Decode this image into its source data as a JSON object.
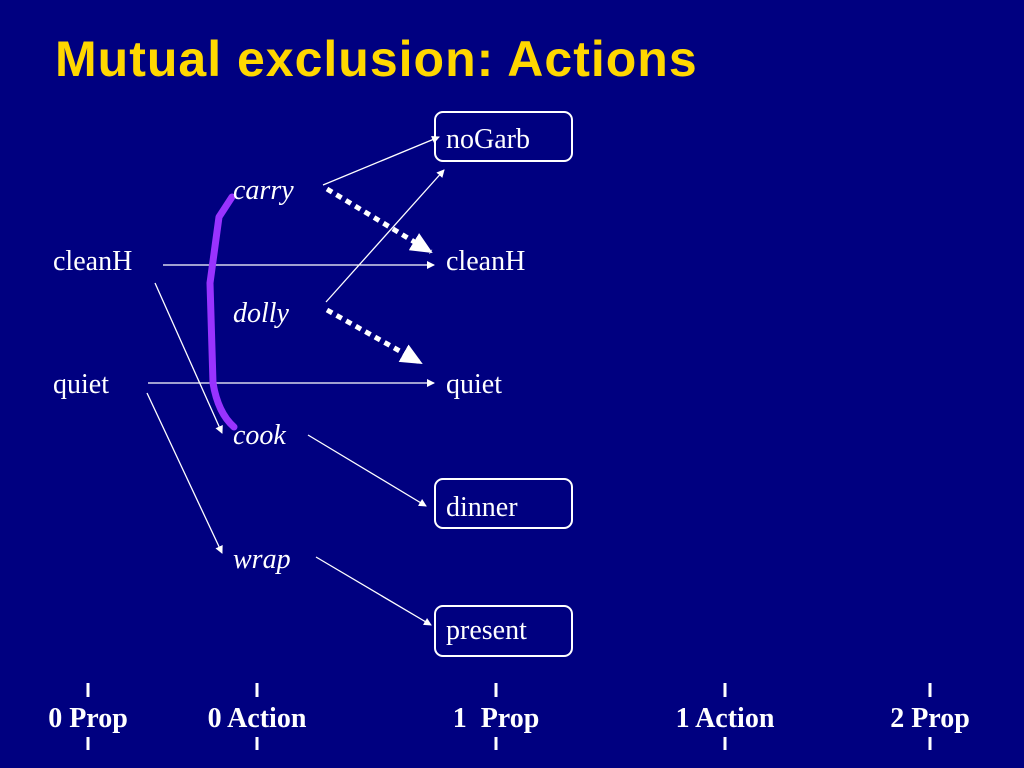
{
  "title": "Mutual exclusion: Actions",
  "colors": {
    "background": "#000080",
    "title": "#FFD700",
    "text": "#FFFFFF",
    "mutex_line": "#9933FF"
  },
  "nodes": {
    "prop0": [
      "cleanH",
      "quiet"
    ],
    "actions0": [
      "carry",
      "dolly",
      "cook",
      "wrap"
    ],
    "prop1": [
      "noGarb",
      "cleanH",
      "quiet",
      "dinner",
      "present"
    ]
  },
  "boxed_props": [
    "noGarb",
    "dinner",
    "present"
  ],
  "links": [
    {
      "from": "cleanH",
      "to": "cleanH",
      "style": "solid"
    },
    {
      "from": "quiet",
      "to": "quiet",
      "style": "solid"
    },
    {
      "from": "cleanH",
      "to": "cook",
      "style": "solid"
    },
    {
      "from": "quiet",
      "to": "wrap",
      "style": "solid"
    },
    {
      "from": "carry",
      "to": "noGarb",
      "style": "solid"
    },
    {
      "from": "dolly",
      "to": "noGarb",
      "style": "solid"
    },
    {
      "from": "carry",
      "to": "cleanH",
      "style": "dotted-delete"
    },
    {
      "from": "dolly",
      "to": "quiet",
      "style": "dotted-delete"
    },
    {
      "from": "cook",
      "to": "dinner",
      "style": "solid"
    },
    {
      "from": "wrap",
      "to": "present",
      "style": "solid"
    }
  ],
  "mutex_group": [
    "carry",
    "cook"
  ],
  "levels": [
    "0 Prop",
    "0 Action",
    "1  Prop",
    "1 Action",
    "2 Prop"
  ]
}
